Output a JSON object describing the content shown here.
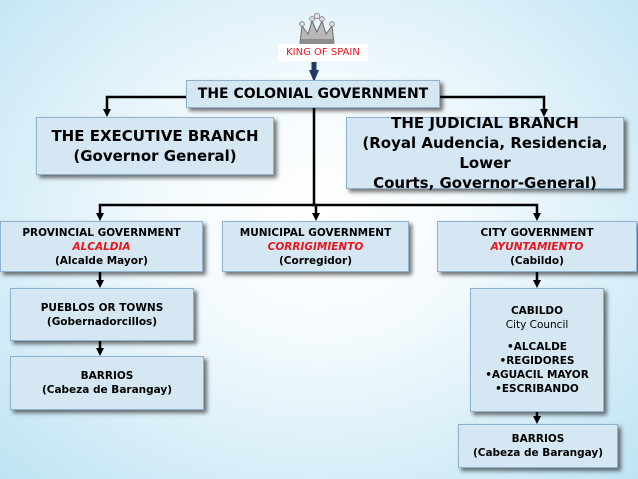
{
  "top": {
    "title": "KING OF SPAIN"
  },
  "colonial": {
    "title": "THE COLONIAL GOVERNMENT"
  },
  "executive": {
    "title": "THE EXECUTIVE BRANCH",
    "subtitle": "(Governor General)"
  },
  "judicial": {
    "title": "THE JUDICIAL BRANCH",
    "line2": "(Royal Audencia, Residencia, Lower",
    "line3": "Courts, Governor-General)"
  },
  "provincial": {
    "title": "PROVINCIAL GOVERNMENT",
    "spanish": "ALCALDIA",
    "head": "(Alcalde Mayor)"
  },
  "municipal": {
    "title": "MUNICIPAL GOVERNMENT",
    "spanish": "CORRIGIMIENTO",
    "head": "(Corregidor)"
  },
  "city": {
    "title": "CITY GOVERNMENT",
    "spanish": "AYUNTAMIENTO",
    "head": "(Cabildo)"
  },
  "pueblos": {
    "title": "PUEBLOS OR TOWNS",
    "head": "(Gobernadorcillos)"
  },
  "barrios_left": {
    "title": "BARRIOS",
    "head": "(Cabeza de Barangay)"
  },
  "cabildo": {
    "title": "CABILDO",
    "subtitle": "City Council",
    "members": [
      "•ALCALDE",
      "•REGIDORES",
      "•AGUACIL MAYOR",
      "•ESCRIBANDO"
    ]
  },
  "barrios_right": {
    "title": "BARRIOS",
    "head": "(Cabeza de Barangay)"
  },
  "colors": {
    "box_fill": "#d5e7f3",
    "box_border": "#8fb3cf",
    "accent_red": "#e8141b",
    "connector": "#000000"
  },
  "icons": {
    "crown": "crown-icon"
  }
}
